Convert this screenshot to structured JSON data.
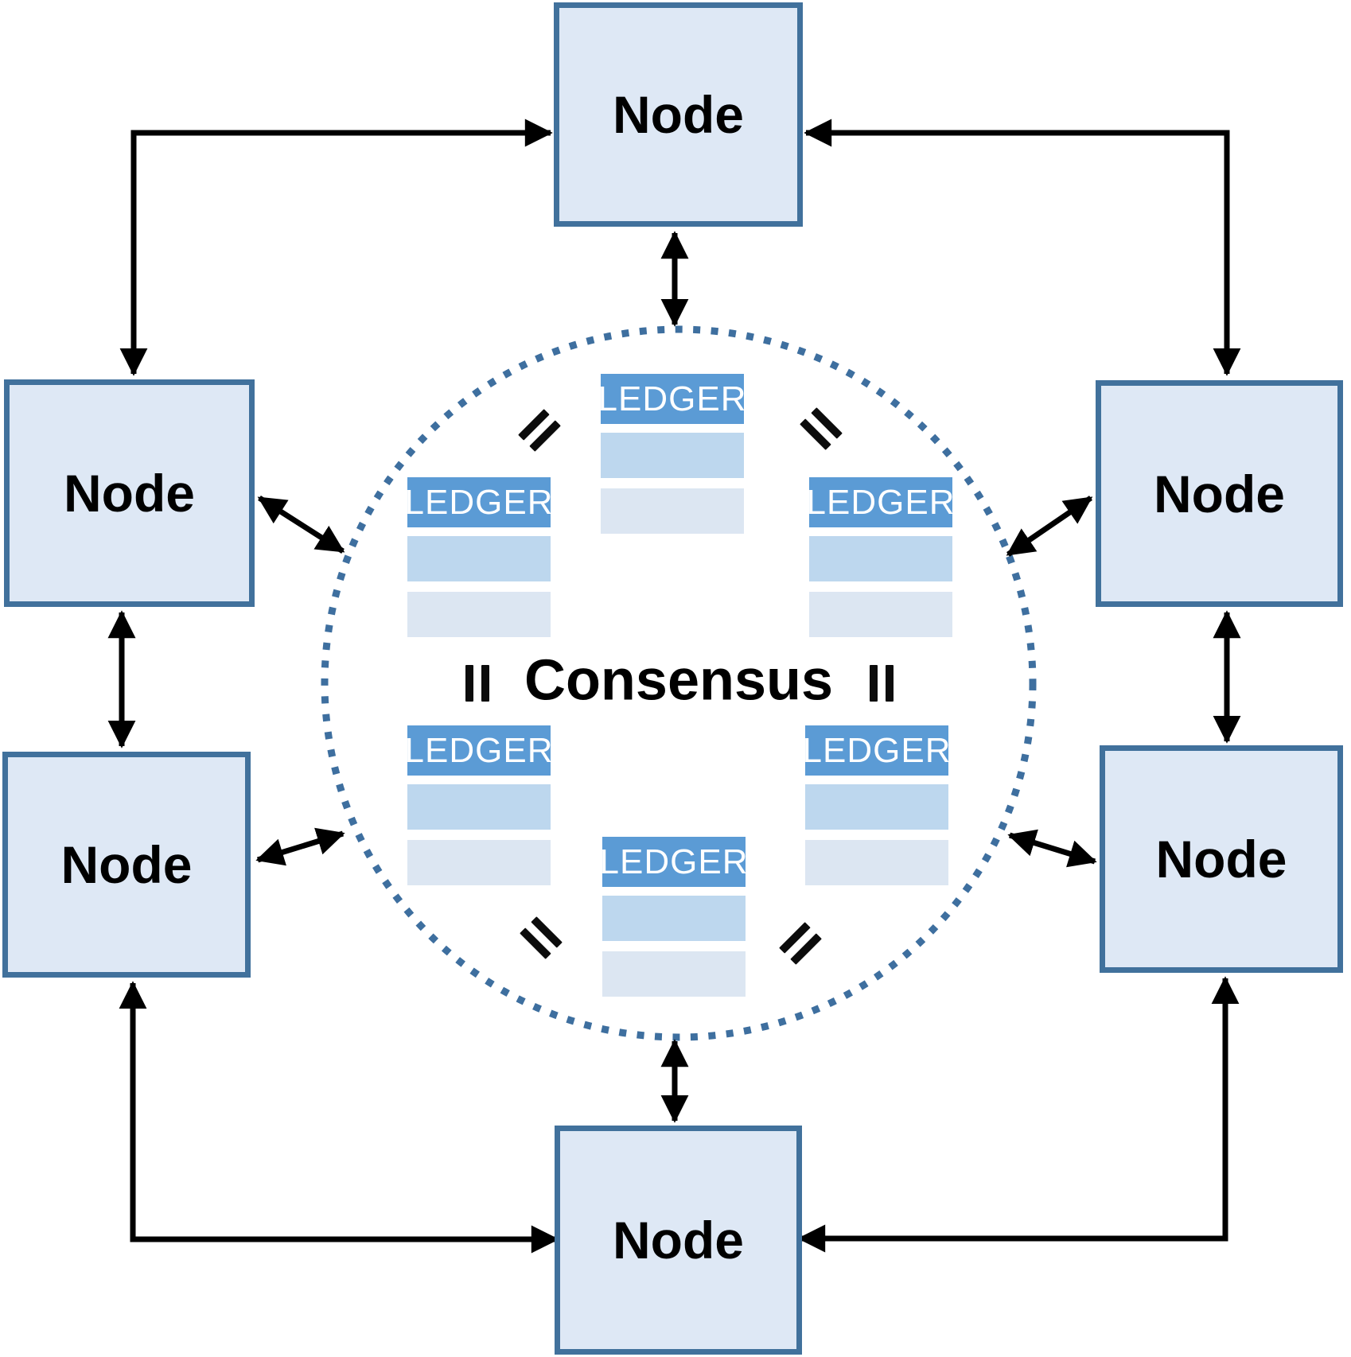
{
  "consensus": {
    "label": "Consensus"
  },
  "nodes": [
    {
      "id": "top",
      "label": "Node"
    },
    {
      "id": "right-upper",
      "label": "Node"
    },
    {
      "id": "right-lower",
      "label": "Node"
    },
    {
      "id": "bottom",
      "label": "Node"
    },
    {
      "id": "left-lower",
      "label": "Node"
    },
    {
      "id": "left-upper",
      "label": "Node"
    }
  ],
  "ledgers": [
    {
      "id": "top-center",
      "label": "LEDGER"
    },
    {
      "id": "upper-right",
      "label": "LEDGER"
    },
    {
      "id": "lower-right",
      "label": "LEDGER"
    },
    {
      "id": "bottom-center",
      "label": "LEDGER"
    },
    {
      "id": "lower-left",
      "label": "LEDGER"
    },
    {
      "id": "upper-left",
      "label": "LEDGER"
    }
  ],
  "colors": {
    "node_fill": "#dee8f5",
    "node_border": "#41719c",
    "ledger_header": "#5b9bd5",
    "ledger_row1": "#bdd7ee",
    "ledger_row2": "#dce6f2",
    "circle_dots": "#3e6f9f",
    "arrow": "#000000"
  }
}
